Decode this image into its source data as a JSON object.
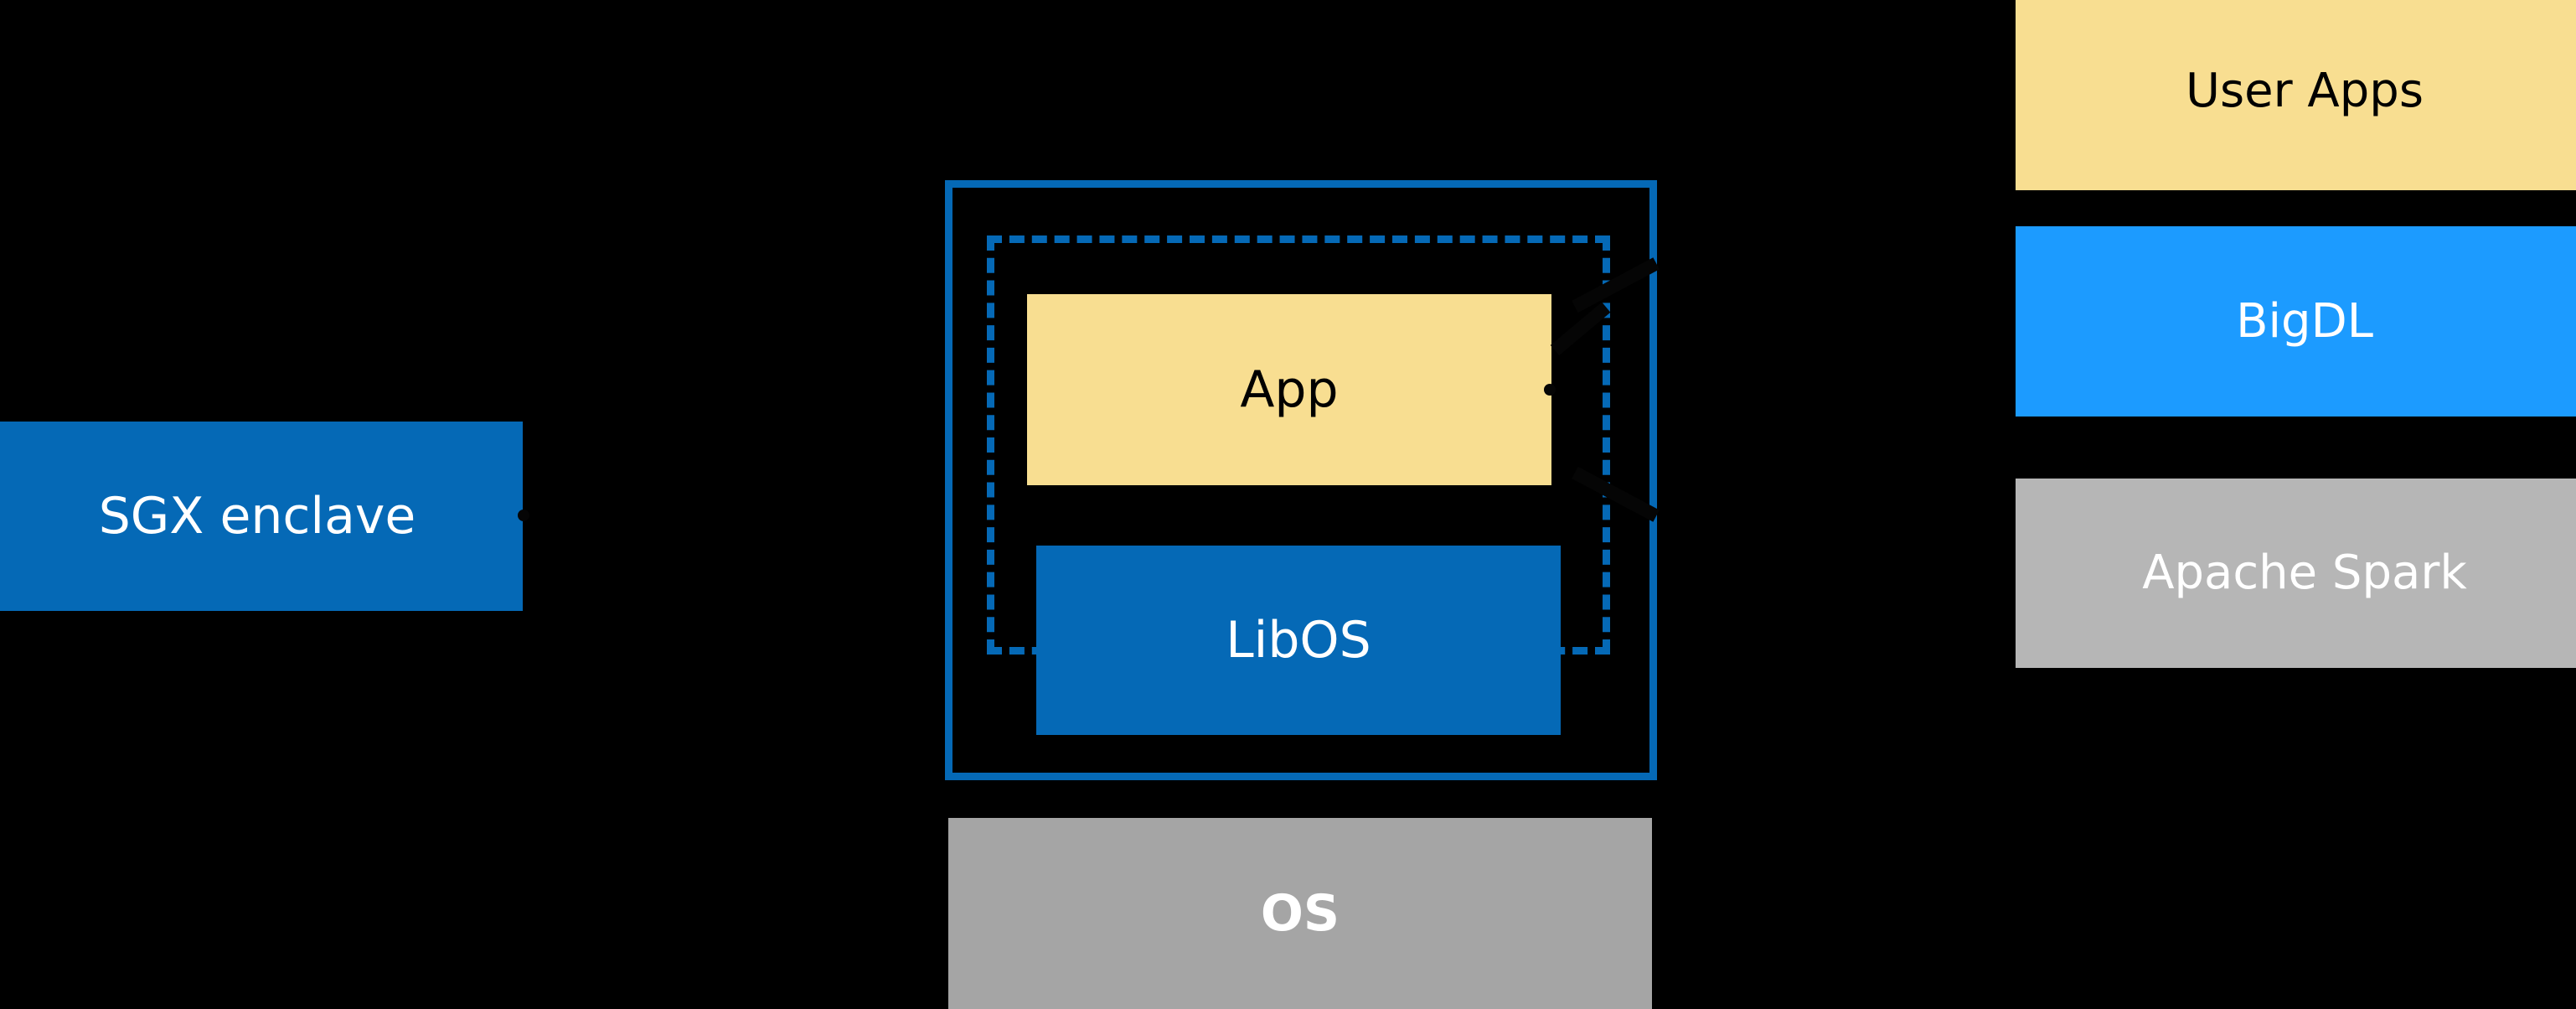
{
  "diagram": {
    "title": "SGX enclave with LibOS architecture",
    "background_color": "#000000",
    "palette": {
      "yellow": "#F8DE91",
      "blue": "#0569B6",
      "cyan": "#1C9BFF",
      "gray": "#B6B6B6",
      "gray_dark": "#A5A5A5",
      "text_light": "#FFFFFF",
      "text_dark": "#000000"
    },
    "nodes": {
      "sgx_enclave": {
        "label": "SGX enclave",
        "fill": "#0569B6",
        "text_color": "#FFFFFF"
      },
      "app": {
        "label": "App",
        "fill": "#F8DE91",
        "text_color": "#000000"
      },
      "libos": {
        "label": "LibOS",
        "fill": "#0569B6",
        "text_color": "#FFFFFF"
      },
      "os": {
        "label": "OS",
        "fill": "#A5A5A5",
        "text_color": "#FFFFFF"
      },
      "user_apps": {
        "label": "User Apps",
        "fill": "#F8DE91",
        "text_color": "#000000"
      },
      "bigdl": {
        "label": "BigDL",
        "fill": "#1C9BFF",
        "text_color": "#FFFFFF"
      },
      "apache_spark": {
        "label": "Apache Spark",
        "fill": "#B6B6B6",
        "text_color": "#FFFFFF"
      }
    },
    "containers": {
      "enclave_boundary": {
        "name": "enclave-solid-boundary",
        "stroke": "#0569B6",
        "style": "solid"
      },
      "enclave_inner_boundary": {
        "name": "enclave-dashed-boundary",
        "stroke": "#0569B6",
        "style": "dashed"
      }
    }
  }
}
